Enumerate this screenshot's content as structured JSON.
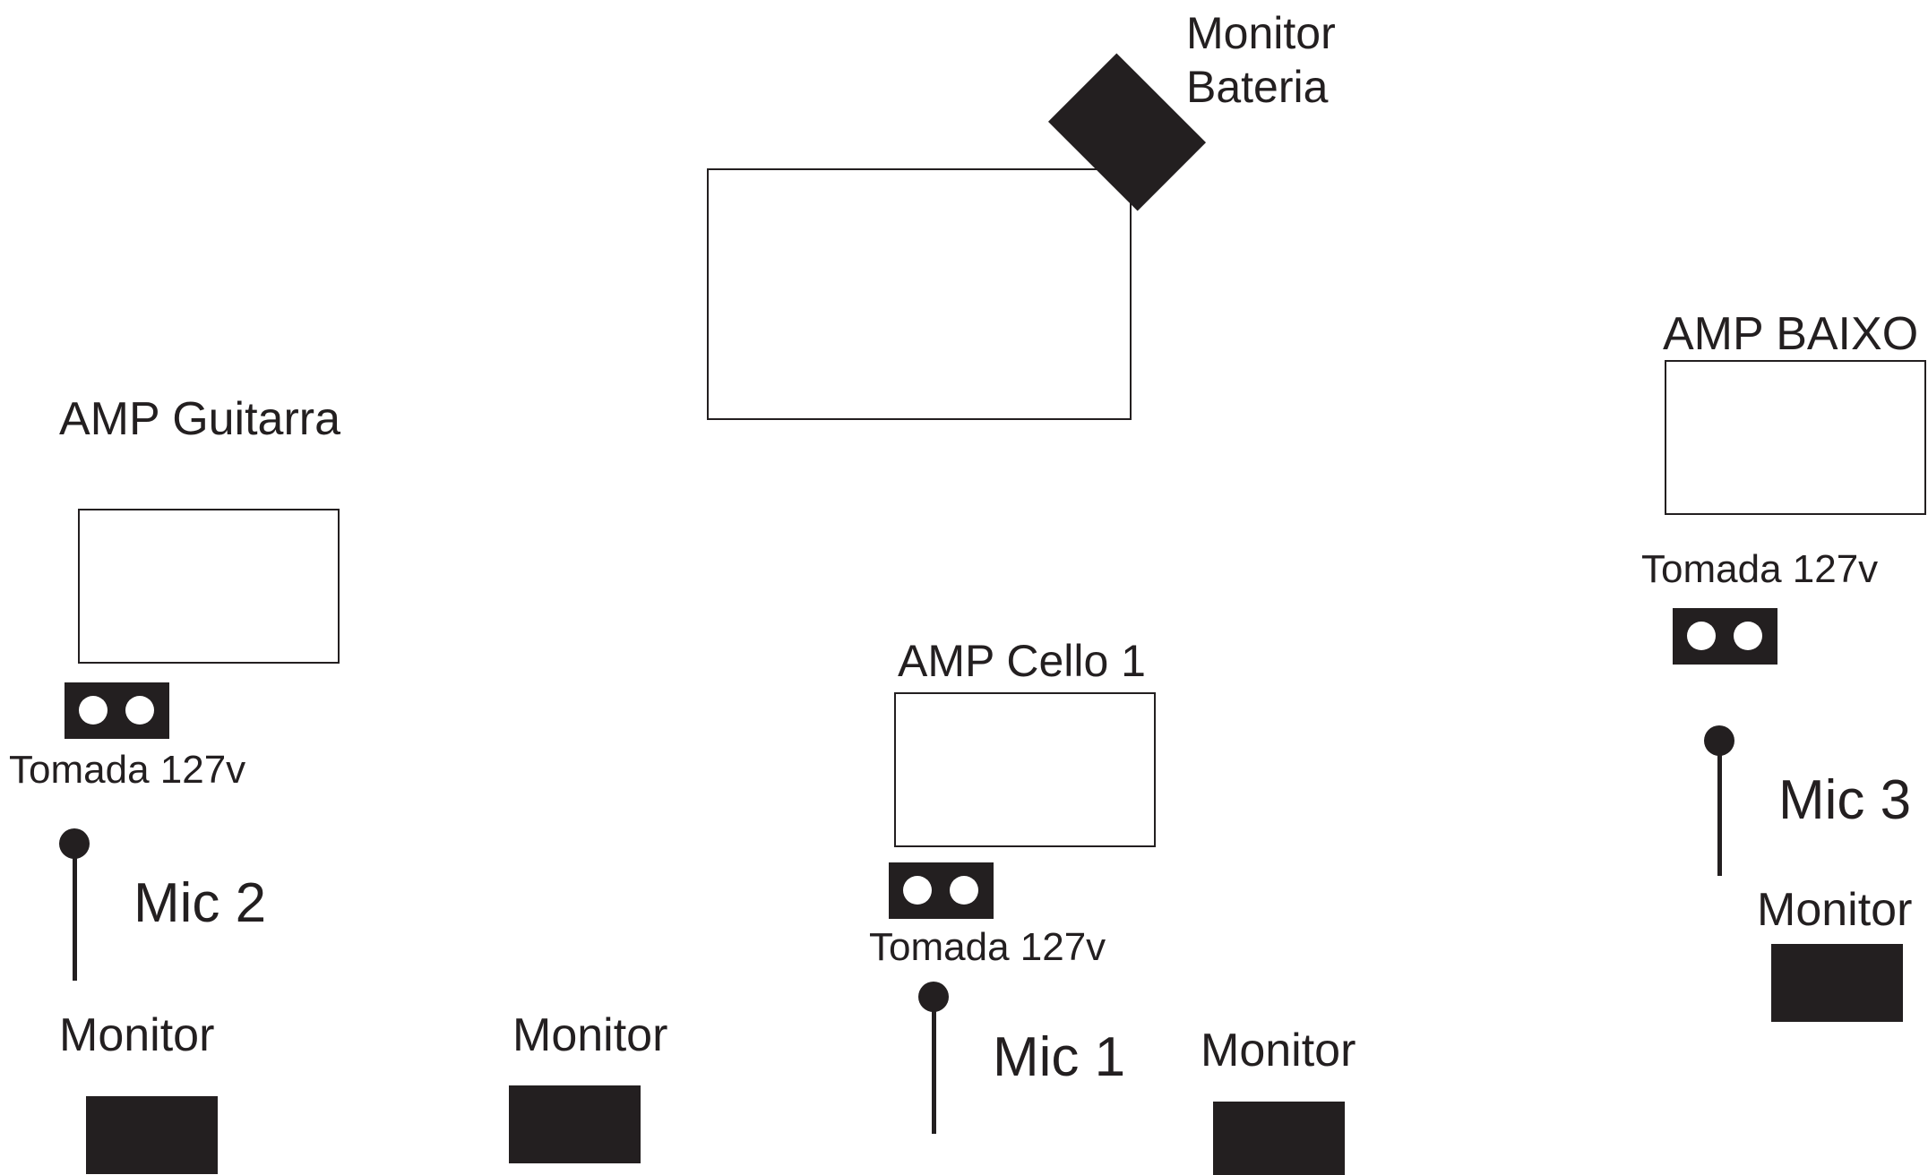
{
  "diagram": {
    "drum_monitor_label_line1": "Monitor",
    "drum_monitor_label_line2": "Bateria",
    "amp_guitar_label": "AMP Guitarra",
    "amp_bass_label": "AMP BAIXO",
    "amp_cello_label": "AMP Cello 1",
    "outlet_guitar_label": "Tomada 127v",
    "outlet_cello_label": "Tomada 127v",
    "outlet_bass_label": "Tomada 127v",
    "mic1_label": "Mic 1",
    "mic2_label": "Mic 2",
    "mic3_label": "Mic 3",
    "monitor_labels": [
      "Monitor",
      "Monitor",
      "Monitor",
      "Monitor"
    ]
  },
  "colors": {
    "ink": "#231f20",
    "background": "#ffffff"
  }
}
